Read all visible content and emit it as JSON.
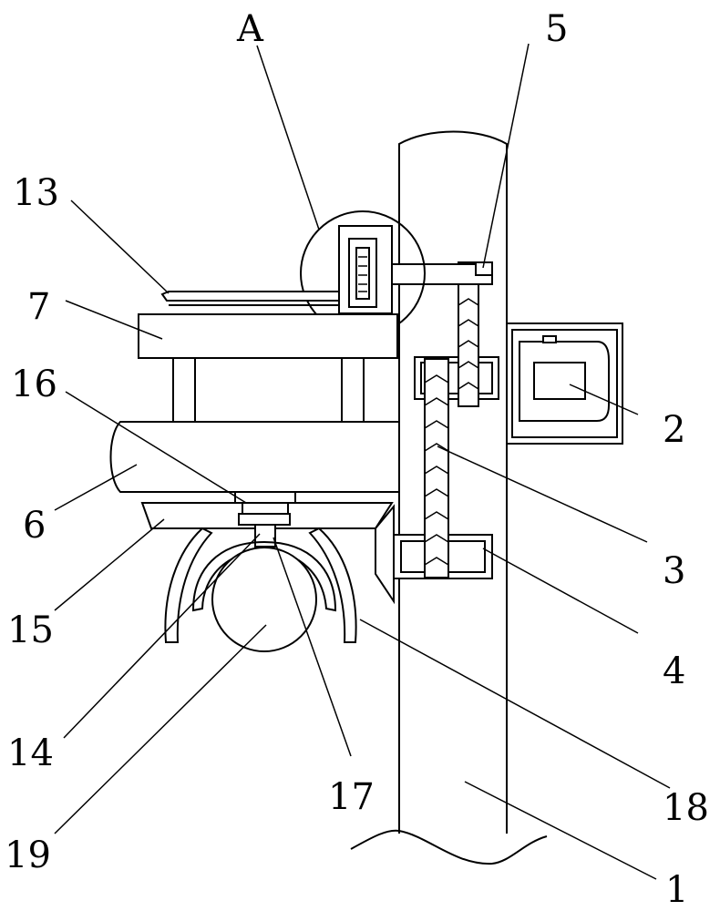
{
  "diagram": {
    "labels": {
      "A": "A",
      "n1": "1",
      "n2": "2",
      "n3": "3",
      "n4": "4",
      "n5": "5",
      "n6": "6",
      "n7": "7",
      "n13": "13",
      "n14": "14",
      "n15": "15",
      "n16": "16",
      "n17": "17",
      "n18": "18",
      "n19": "19"
    }
  }
}
